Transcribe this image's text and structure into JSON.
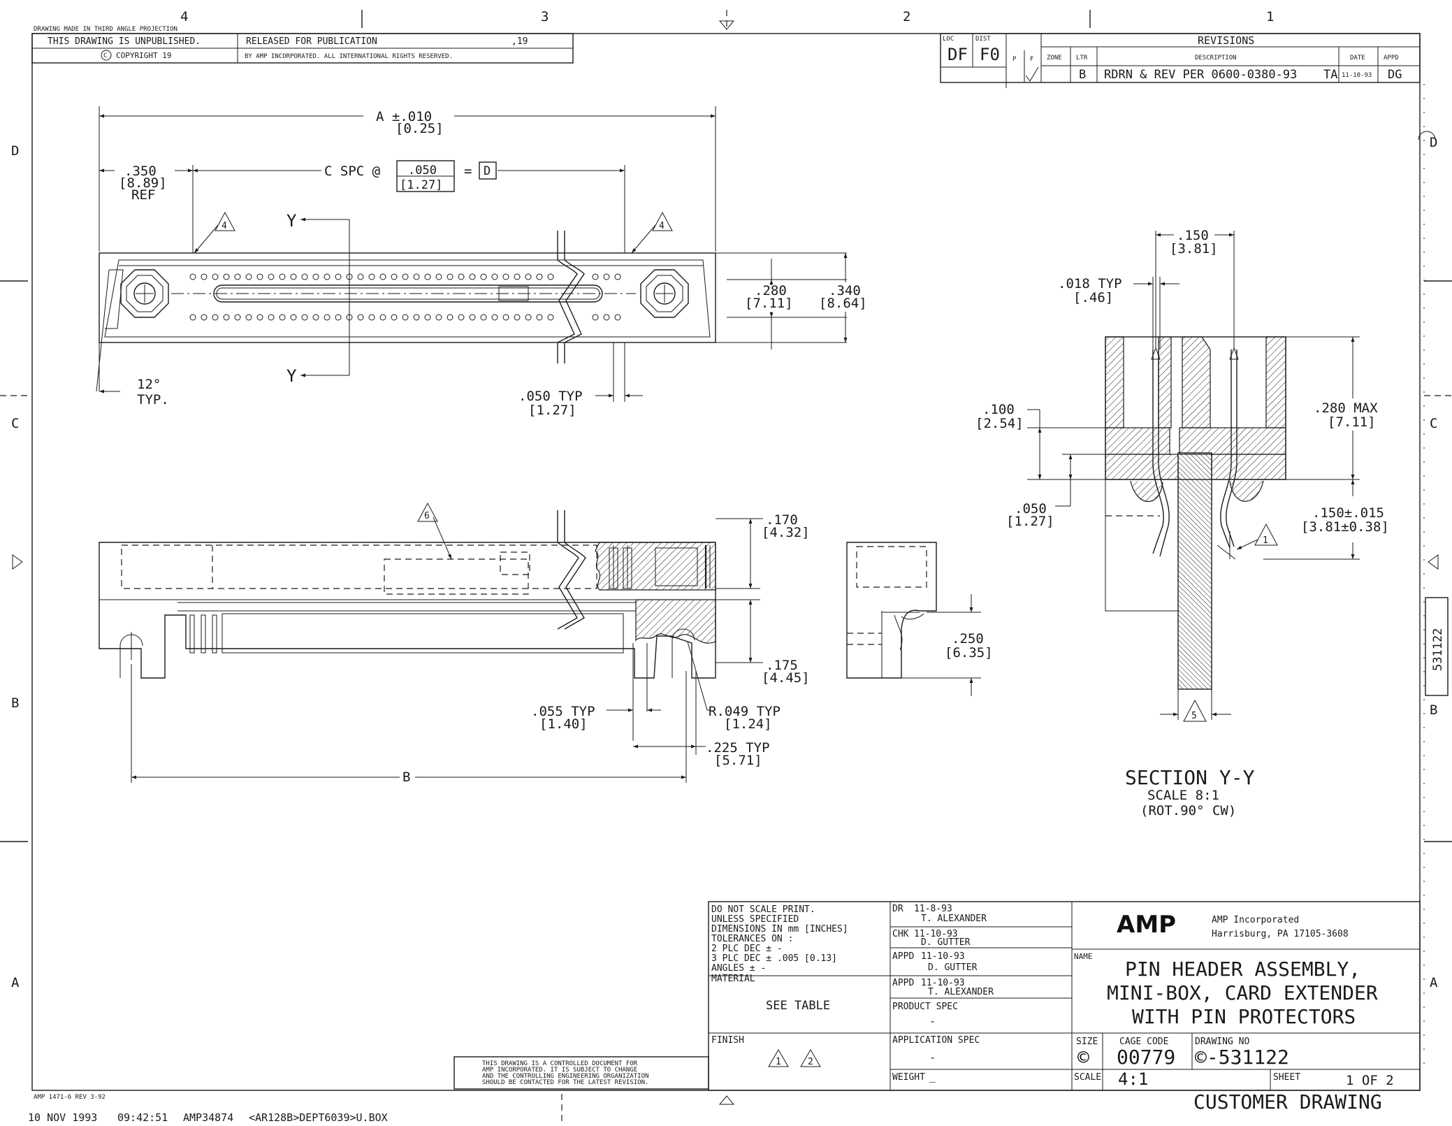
{
  "frame": {
    "columns": [
      "4",
      "3",
      "2",
      "1"
    ],
    "rows": [
      "D",
      "C",
      "B",
      "A"
    ],
    "side_number": "531122"
  },
  "header": {
    "projection": "DRAWING MADE IN THIRD ANGLE PROJECTION",
    "unpublished": "THIS DRAWING IS UNPUBLISHED.",
    "released": "RELEASED FOR PUBLICATION",
    "release_year": ",19",
    "copyright": "COPYRIGHT 19",
    "rights": "BY AMP INCORPORATED.  ALL INTERNATIONAL RIGHTS RESERVED."
  },
  "revisions": {
    "title": "REVISIONS",
    "loc_label": "LOC",
    "loc_value": "DF",
    "dist_label": "DIST",
    "dist_value": "F0",
    "p_label": "P",
    "f_label": "F",
    "zone_label": "ZONE",
    "ltr_label": "LTR",
    "desc_label": "DESCRIPTION",
    "date_label": "DATE",
    "appd_label": "APPD",
    "rows": [
      {
        "ltr": "B",
        "description": "RDRN & REV PER 0600-0380-93",
        "initials": "TA",
        "date": "11-10-93",
        "appd": "DG"
      }
    ]
  },
  "top_view": {
    "dim_a": "A ±.010",
    "dim_a_mm": "[0.25]",
    "dim_350": ".350",
    "dim_350_mm": "[8.89]",
    "ref": "REF",
    "c_spc": "C SPC @",
    "pitch": ".050",
    "pitch_mm": "[1.27]",
    "equals": "=",
    "datum": "D",
    "note4": "4",
    "y_label": "Y",
    "dim_280": ".280",
    "dim_280_mm": "[7.11]",
    "dim_340": ".340",
    "dim_340_mm": "[8.64]",
    "angle": "12°",
    "angle_typ": "TYP.",
    "pin_pitch": ".050 TYP",
    "pin_pitch_mm": "[1.27]"
  },
  "front_view": {
    "note6": "6",
    "dim_170": ".170",
    "dim_170_mm": "[4.32]",
    "dim_175": ".175",
    "dim_175_mm": "[4.45]",
    "dim_055": ".055 TYP",
    "dim_055_mm": "[1.40]",
    "radius": "R.049 TYP",
    "radius_mm": "[1.24]",
    "dim_225": ".225 TYP",
    "dim_225_mm": "[5.71]",
    "dim_b": "B"
  },
  "side_view": {
    "dim_250": ".250",
    "dim_250_mm": "[6.35]"
  },
  "section_view": {
    "dim_150": ".150",
    "dim_150_mm": "[3.81]",
    "dim_018": ".018 TYP",
    "dim_018_mm": "[.46]",
    "dim_100": ".100",
    "dim_100_mm": "[2.54]",
    "dim_050": ".050",
    "dim_050_mm": "[1.27]",
    "dim_280max": ".280 MAX",
    "dim_280max_mm": "[7.11]",
    "dim_150tol": ".150±.015",
    "dim_150tol_mm": "[3.81±0.38]",
    "note1": "1",
    "note5": "5",
    "title": "SECTION  Y-Y",
    "scale": "SCALE  8:1",
    "rotation": "(ROT.90° CW)"
  },
  "control_note": [
    "THIS DRAWING IS A CONTROLLED DOCUMENT FOR",
    "AMP INCORPORATED. IT IS SUBJECT TO CHANGE",
    "AND THE CONTROLLING ENGINEERING ORGANIZATION",
    "SHOULD BE CONTACTED FOR THE LATEST REVISION."
  ],
  "title_block": {
    "tolerance_lines": [
      "DO NOT SCALE PRINT.",
      "UNLESS SPECIFIED",
      "DIMENSIONS IN mm [INCHES]",
      "TOLERANCES  ON :",
      "2 PLC DEC ±  -",
      "3 PLC DEC ± .005 [0.13]",
      "ANGLES     ±  -"
    ],
    "material_label": "MATERIAL",
    "material_value": "SEE TABLE",
    "finish_label": "FINISH",
    "finish_notes": [
      "1",
      "2"
    ],
    "dr_label": "DR",
    "dr_date": "11-8-93",
    "dr_name": "T. ALEXANDER",
    "chk_label": "CHK",
    "chk_date": "11-10-93",
    "chk_name": "D. GUTTER",
    "appd1_label": "APPD",
    "appd1_date": "11-10-93",
    "appd1_name": "D. GUTTER",
    "appd2_label": "APPD",
    "appd2_date": "11-10-93",
    "appd2_name": "T. ALEXANDER",
    "product_spec_label": "PRODUCT SPEC",
    "product_spec_value": "-",
    "application_spec_label": "APPLICATION SPEC",
    "application_spec_value": "-",
    "weight_label": "WEIGHT",
    "weight_value": "_",
    "company_logo": "AMP",
    "company_name": "AMP Incorporated",
    "company_address": "Harrisburg, PA 17105-3608",
    "name_label": "NAME",
    "title_lines": [
      "PIN HEADER ASSEMBLY,",
      "MINI-BOX, CARD EXTENDER",
      "WITH PIN PROTECTORS"
    ],
    "size_label": "SIZE",
    "size_value": "©",
    "cage_label": "CAGE CODE",
    "cage_value": "00779",
    "dwg_label": "DRAWING NO",
    "dwg_value": "©-531122",
    "scale_label": "SCALE",
    "scale_value": "4:1",
    "sheet_label": "SHEET",
    "sheet_value": "1 OF 2",
    "customer_drawing": "CUSTOMER DRAWING"
  },
  "footer": {
    "form_number": "AMP 1471-6 REV 3-92",
    "plot_date": "10 NOV 1993",
    "plot_time": "09:42:51",
    "plot_id": "AMP34874",
    "plot_path": "<AR128B>DEPT6039>U.BOX"
  }
}
